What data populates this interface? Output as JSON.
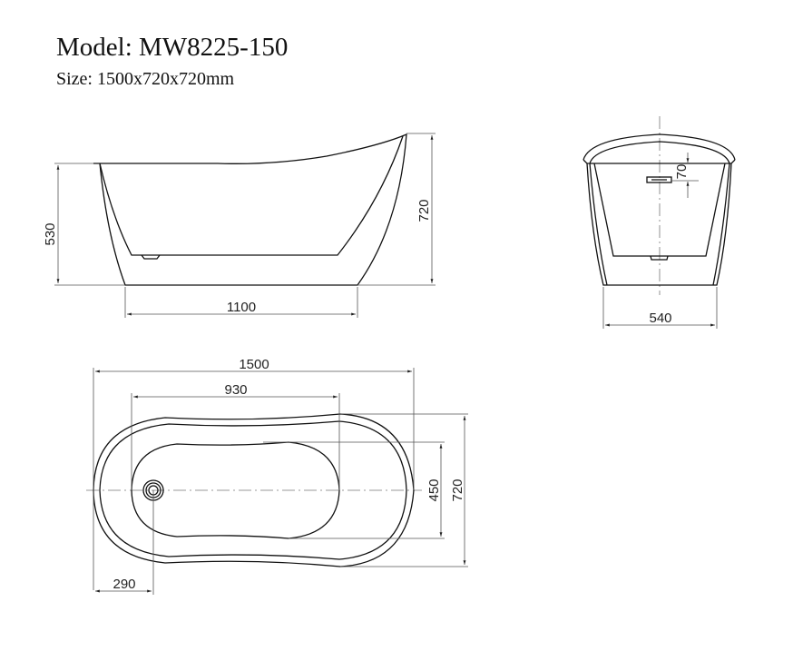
{
  "header": {
    "model_label": "Model: MW8225-150",
    "size_label": "Size: 1500x720x720mm"
  },
  "side_view": {
    "dimensions": {
      "rim_height": "530",
      "total_height": "720",
      "base_length": "1100"
    }
  },
  "end_view": {
    "dimensions": {
      "overflow_offset": "70",
      "base_width": "540"
    }
  },
  "top_view": {
    "dimensions": {
      "overall_length": "1500",
      "inner_length": "930",
      "inner_width": "450",
      "overall_width": "720",
      "drain_offset": "290"
    }
  },
  "colors": {
    "line": "#111111",
    "dimension_line": "#555555",
    "background": "#ffffff"
  }
}
